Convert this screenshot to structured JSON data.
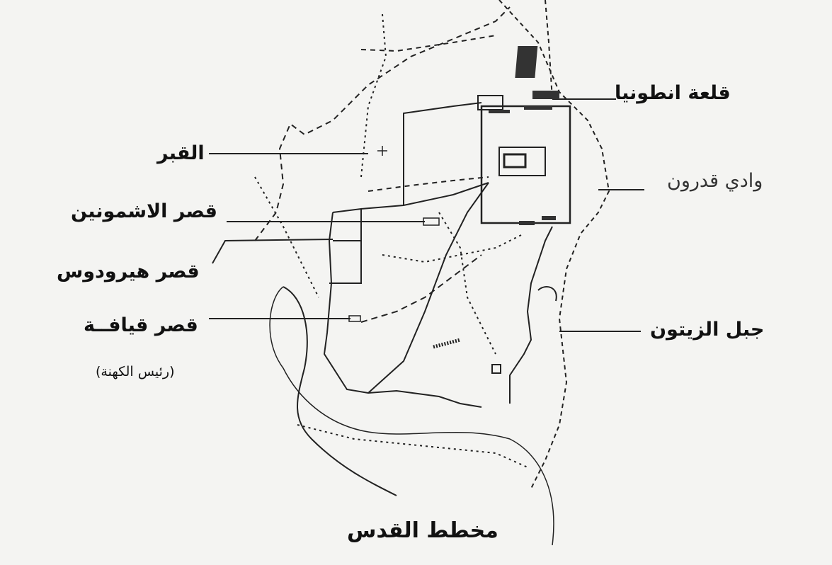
{
  "map": {
    "title": "مخطط القدس",
    "labels": {
      "antonia": "قلعة انطونيا",
      "tomb": "القبر",
      "kidron": "وادي قدرون",
      "hasmonean": "قصر الاشمونين",
      "herod": "قصر هيرودوس",
      "caiaphas": "قصر قيافــة",
      "caiaphas_sub": "(رئيس الكهنة)",
      "olives": "جبل الزيتون"
    },
    "colors": {
      "ink": "#111111",
      "background": "#f4f4f2"
    }
  }
}
